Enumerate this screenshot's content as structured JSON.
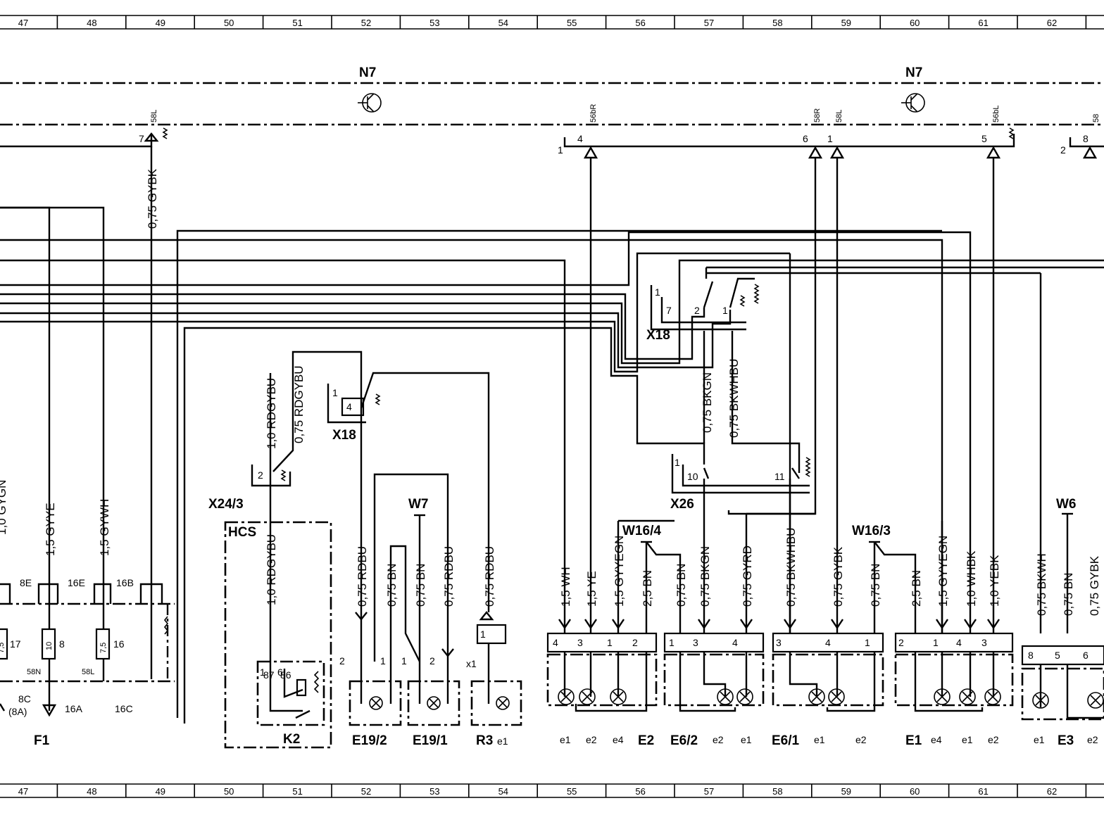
{
  "ruler": {
    "top": [
      "47",
      "48",
      "49",
      "50",
      "51",
      "52",
      "53",
      "54",
      "55",
      "56",
      "57",
      "58",
      "59",
      "60",
      "61",
      "62"
    ],
    "bottom": [
      "47",
      "48",
      "49",
      "50",
      "51",
      "52",
      "53",
      "54",
      "55",
      "56",
      "57",
      "58",
      "59",
      "60",
      "61",
      "62"
    ]
  },
  "modules": {
    "n7_left": "N7",
    "n7_right": "N7"
  },
  "top_pins": {
    "p7": "7",
    "p58l_a": "58L",
    "p1_left": "1",
    "p4": "4",
    "p56br": "56bR",
    "p6": "6",
    "p58r": "58R",
    "p1b": "1",
    "p58l_b": "58L",
    "p5": "5",
    "p56bl": "56bL",
    "p2_right": "2",
    "p8": "8",
    "p58_cut": "58"
  },
  "connectors": {
    "x18_left": "X18",
    "x18_left_p1": "1",
    "x18_left_p4": "4",
    "x18_right": "X18",
    "x18_right_p1": "1",
    "x18_right_p7": "7",
    "x18_right_p2": "2",
    "x18_right_p1b": "1",
    "x26": "X26",
    "x26_p1": "1",
    "x26_p10": "10",
    "x26_p11": "11",
    "x24": "X24/3",
    "x24_p2": "2",
    "w7": "W7",
    "w6": "W6",
    "w16_4": "W16/4",
    "w16_3": "W16/3",
    "hcs": "HCS",
    "x1": "x1",
    "x1_p1": "1"
  },
  "wires": {
    "w_gybk_top": "0,75 GYBK",
    "w_rdgybu_10": "1,0 RDGYBU",
    "w_rdgybu_075": "0,75 RDGYBU",
    "w_bkgn_top": "0,75 BKGN",
    "w_bkwhbu_top": "0,75 BKWHBU",
    "w_gygn": "1,0 GYGN",
    "w_gyye": "1,5 GYYE",
    "w_gywh": "1,5 GYWH",
    "w_rdgybu_low": "1,0 RDGYBU",
    "w_rdbu_a": "0,75 RDBU",
    "w_bn_a": "0,75 BN",
    "w_bn_b": "0,75 BN",
    "w_rdbu_b": "0,75 RDBU",
    "w_rdbu_c": "0,75 RDBU",
    "w_wh": "1,5 WH",
    "w_ye": "1,5 YE",
    "w_gyyegn_a": "1,5 GYYEGN",
    "w_bn_25a": "2,5 BN",
    "w_bn_c": "0,75 BN",
    "w_bkgn_low": "0,75 BKGN",
    "w_gyrd": "0,75 GYRD",
    "w_bkwhbu_low": "0,75 BKWHBU",
    "w_gybk_low": "0,75 GYBK",
    "w_bn_d": "0,75 BN",
    "w_bn_25b": "2,5 BN",
    "w_gyyegn_b": "1,5 GYYEGN",
    "w_whbk": "1,0 WHBK",
    "w_yebk": "1,0 YEBK",
    "w_bkwh": "0,75 BKWH",
    "w_bn_e": "0,75 BN",
    "w_gybk_cut": "0,75 GYBK"
  },
  "fuse_block": {
    "label": "F1",
    "f8e": "8E",
    "f16e": "16E",
    "f16b": "16B",
    "f_val_a": "7,5",
    "f_num_a": "17",
    "f_val_b": "10",
    "f_num_b": "8",
    "f_val_c": "7,5",
    "f_num_c": "16",
    "f58n": "58N",
    "f58l": "58L",
    "f8c": "8C",
    "f8a": "(8A)",
    "f16a": "16A",
    "f16c": "16C"
  },
  "relay": {
    "label": "K2",
    "p1": "1",
    "p6": "6",
    "p87": "87",
    "p86": "86"
  },
  "lamps": {
    "e19_2": "E19/2",
    "e19_2_p2": "2",
    "e19_2_p1": "1",
    "e19_1": "E19/1",
    "e19_1_p1": "1",
    "e19_1_p2": "2",
    "r3": "R3",
    "r3_e1": "e1",
    "e2": "E2",
    "e2_p4": "4",
    "e2_p3": "3",
    "e2_p1": "1",
    "e2_p2": "2",
    "e2_e1": "e1",
    "e2_e2": "e2",
    "e2_e4": "e4",
    "e6_2": "E6/2",
    "e6_2_p1": "1",
    "e6_2_p3": "3",
    "e6_2_p4": "4",
    "e6_2_e2": "e2",
    "e6_2_e1": "e1",
    "e6_1": "E6/1",
    "e6_1_p3": "3",
    "e6_1_p4": "4",
    "e6_1_p1": "1",
    "e6_1_e1": "e1",
    "e6_1_e2": "e2",
    "e1": "E1",
    "e1_p2": "2",
    "e1_p1": "1",
    "e1_p4": "4",
    "e1_p3": "3",
    "e1_e4": "e4",
    "e1_e1": "e1",
    "e1_e2": "e2",
    "e3": "E3",
    "e3_p8": "8",
    "e3_p5": "5",
    "e3_p6": "6",
    "e3_e1": "e1",
    "e3_e2": "e2"
  }
}
